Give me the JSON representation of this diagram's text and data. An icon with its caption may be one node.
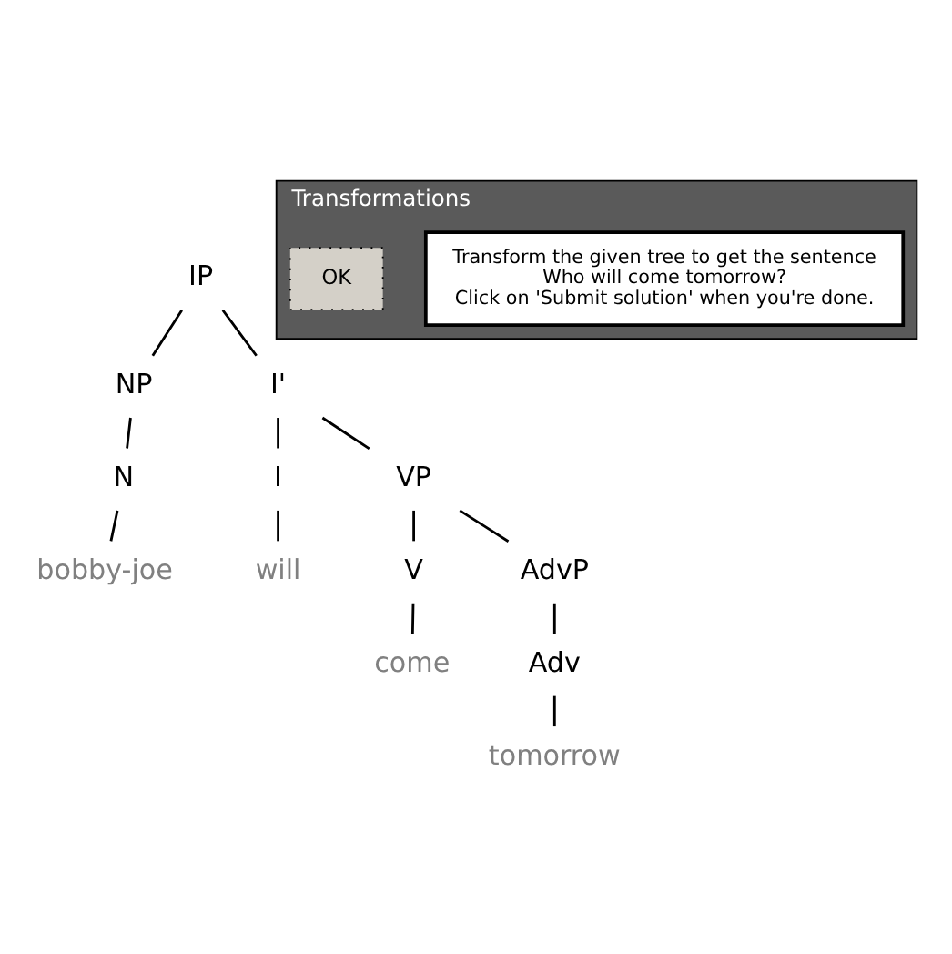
{
  "diagram": {
    "nodes": [
      {
        "text": [
          "IP"
        ]
      },
      {
        "text": [
          "NP"
        ]
      },
      {
        "text": [
          "I'"
        ]
      },
      {
        "text": [
          "N"
        ]
      },
      {
        "text": [
          "I"
        ]
      },
      {
        "text": [
          "VP"
        ]
      },
      {
        "text": [
          "bobby-joe"
        ]
      },
      {
        "text": [
          "will"
        ]
      },
      {
        "text": [
          "V"
        ]
      },
      {
        "text": [
          "AdvP"
        ]
      },
      {
        "text": [
          "come"
        ]
      },
      {
        "text": [
          "Adv"
        ]
      },
      {
        "text": [
          "tomorrow"
        ]
      },
      {
        "text": [
          "Transformations"
        ]
      },
      {
        "text": [
          "Transform the given tree to get the sentence",
          "Who will come tomorrow?",
          "Click on 'Submit solution' when you're done."
        ],
        "in": 13
      },
      {
        "text": [
          "OK"
        ],
        "in": 13
      }
    ],
    "edges": [
      {
        "from": 0,
        "to": 1,
        "arrow": "none"
      },
      {
        "from": 0,
        "to": 2,
        "arrow": "none"
      },
      {
        "from": 1,
        "to": 3,
        "arrow": "none"
      },
      {
        "from": 3,
        "to": 6,
        "arrow": "none"
      },
      {
        "from": 2,
        "to": 4,
        "arrow": "none"
      },
      {
        "from": 2,
        "to": 5,
        "arrow": "none"
      },
      {
        "from": 4,
        "to": 7,
        "arrow": "none"
      },
      {
        "from": 5,
        "to": 8,
        "arrow": "none"
      },
      {
        "from": 5,
        "to": 9,
        "arrow": "none"
      },
      {
        "from": 8,
        "to": 10,
        "arrow": "none"
      },
      {
        "from": 9,
        "to": 11,
        "arrow": "none"
      },
      {
        "from": 11,
        "to": 12,
        "arrow": "none"
      }
    ]
  }
}
